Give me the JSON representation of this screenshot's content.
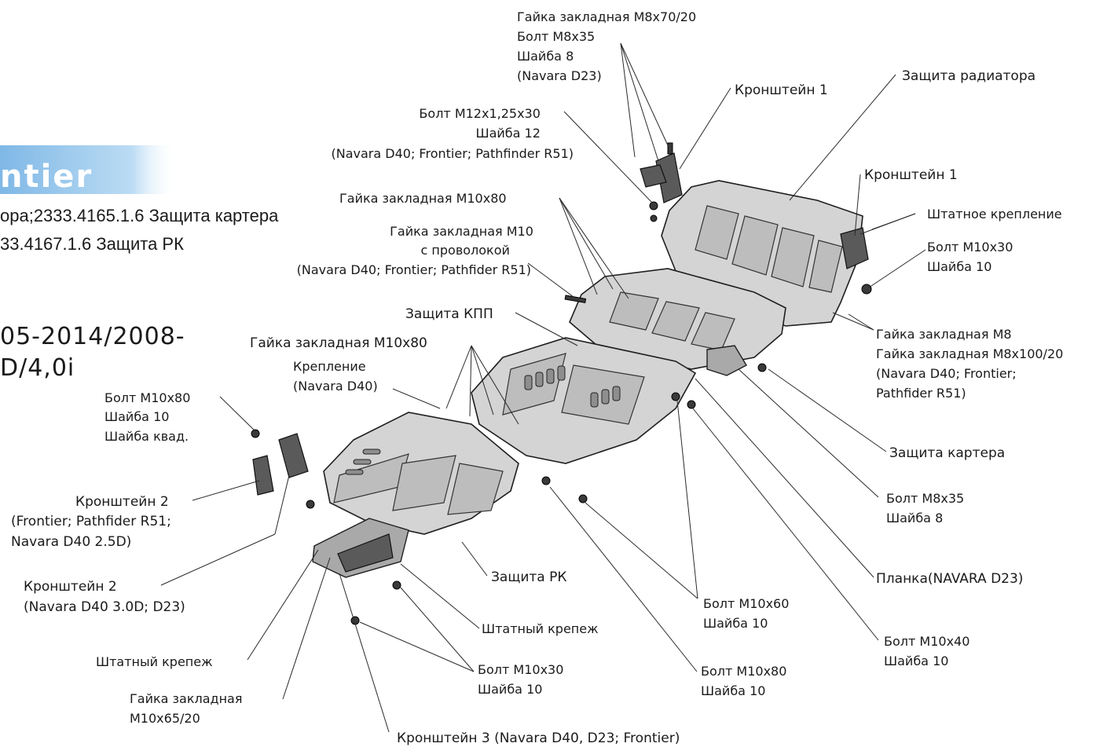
{
  "header": {
    "brand": "ntier",
    "line1": "ора;2333.4165.1.6 Защита картера",
    "line2": "33.4167.1.6 Защита РК",
    "years": "05-2014/2008-",
    "engine": "D/4,0i"
  },
  "labels": {
    "nut_m8x70": [
      "Гайка закладная M8x70/20",
      "Болт M8x35",
      "Шайба 8",
      "(Navara D23)"
    ],
    "bracket1_top": [
      "Кронштейн 1"
    ],
    "radiator_guard": [
      "Защита радиатора"
    ],
    "bolt_m12": [
      "Болт M12x1,25x30",
      "Шайба 12",
      "(Navara D40; Frontier; Pathfinder R51)"
    ],
    "bracket1_right": [
      "Кронштейн 1"
    ],
    "nut_m10x80_top": [
      "Гайка закладная M10x80"
    ],
    "std_mount": [
      "Штатное крепление"
    ],
    "nut_m10_wire": [
      "Гайка закладная M10",
      "с проволокой",
      "(Navara D40; Frontier; Pathfider R51)"
    ],
    "bolt_m10x30_right": [
      "Болт M10x30",
      "Шайба 10"
    ],
    "gearbox_guard": [
      "Защита КПП"
    ],
    "nut_m8_group": [
      "Гайка закладная M8",
      "Гайка закладная M8x100/20",
      "(Navara D40; Frontier;",
      "Pathfider R51)"
    ],
    "nut_m10x80_mid": [
      "Гайка закладная M10x80"
    ],
    "mount_d40": [
      "Крепление",
      "(Navara D40)"
    ],
    "bolt_m10x80_left": [
      "Болт M10x80",
      "Шайба 10",
      "Шайба квад."
    ],
    "crankcase_guard": [
      "Защита картера"
    ],
    "bracket2_frontier": [
      "Кронштейн 2",
      "(Frontier; Pathfider R51;",
      "Navara D40 2.5D)"
    ],
    "bolt_m8x35": [
      "Болт M8x35",
      "Шайба 8"
    ],
    "transfer_guard": [
      "Защита РК"
    ],
    "bracket2_navara": [
      "Кронштейн 2",
      "(Navara D40 3.0D; D23)"
    ],
    "strip_d23": [
      "Планка(NAVARA D23)"
    ],
    "bolt_m10x60": [
      "Болт M10x60",
      "Шайба 10"
    ],
    "std_fastener_mid": [
      "Штатный крепеж"
    ],
    "bolt_m10x40": [
      "Болт M10x40",
      "Шайба 10"
    ],
    "std_fastener_left": [
      "Штатный крепеж"
    ],
    "bolt_m10x30_bottom": [
      "Болт M10x30",
      "Шайба 10"
    ],
    "bolt_m10x80_bottom": [
      "Болт M10x80",
      "Шайба 10"
    ],
    "nut_m10x65": [
      "Гайка закладная",
      "M10x65/20"
    ],
    "bracket3": [
      "Кронштейн 3 (Navara D40, D23; Frontier)"
    ]
  },
  "colors": {
    "banner": "#8fc3ea",
    "plate": "#d4d4d4",
    "bracket": "#5a5a5a",
    "text": "#1a1a1a"
  }
}
